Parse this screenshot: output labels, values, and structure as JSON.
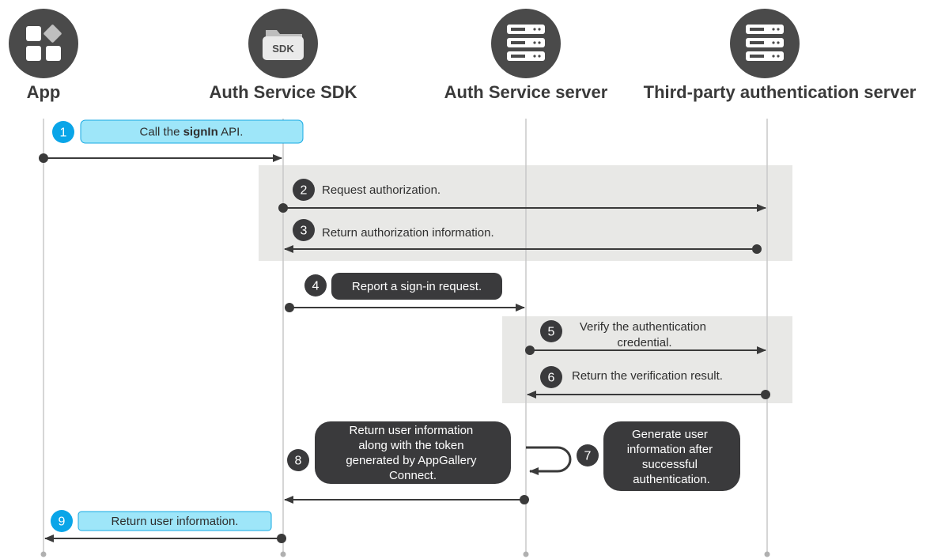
{
  "actors": {
    "app": "App",
    "sdk": "Auth Service SDK",
    "server": "Auth Service server",
    "third_party": "Third-party authentication server"
  },
  "icons": {
    "app": "app-grid-icon",
    "sdk": "sdk-folder-icon",
    "server": "server-rack-icon",
    "third_party": "server-rack-icon",
    "sdk_badge": "SDK"
  },
  "steps": [
    {
      "num": "1",
      "pre": "Call the ",
      "bold": "signIn",
      "post": " API."
    },
    {
      "num": "2",
      "text": "Request authorization."
    },
    {
      "num": "3",
      "text": "Return authorization information."
    },
    {
      "num": "4",
      "text": "Report a sign-in request."
    },
    {
      "num": "5",
      "lines": [
        "Verify the authentication",
        "credential."
      ]
    },
    {
      "num": "6",
      "text": "Return the verification result."
    },
    {
      "num": "7",
      "lines": [
        "Generate user",
        "information after",
        "successful",
        "authentication."
      ]
    },
    {
      "num": "8",
      "lines": [
        "Return user information",
        "along with the token",
        "generated by AppGallery",
        "Connect."
      ]
    },
    {
      "num": "9",
      "text": "Return user information."
    }
  ],
  "colors": {
    "icon_bg": "#4a4a4a",
    "highlight_fill": "#9ee6f9",
    "highlight_stroke": "#17a9e3",
    "step_blue": "#0aa5e8",
    "step_dark": "#3a3a3c",
    "panel_gray": "#e8e8e6",
    "line": "#3a3a3a"
  }
}
